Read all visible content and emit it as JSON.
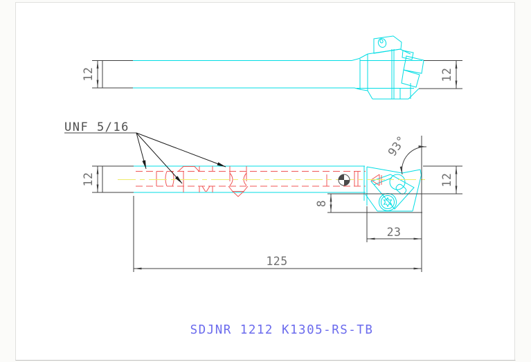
{
  "drawing": {
    "product_code": "SDJNR 1212 K1305-RS-TB",
    "thread_callout": "UNF 5/16",
    "angle_label": "93°",
    "dims": {
      "top_view_shank_height": "12",
      "side_view_shank_height": "12",
      "top_view_head_height": "12",
      "side_view_head_height": "12",
      "tip_drop": "8",
      "head_length": "23",
      "overall_length": "125"
    },
    "colors": {
      "outline": "#00dde4",
      "hidden_line": "#f05454",
      "centerline": "#efec6a",
      "dimension_line": "#3f3f3f",
      "dim_text": "#6f6f6f",
      "callout_text": "#4f4f4f",
      "leader_line": "#1a1a1a",
      "title_text": "#6b6bed",
      "page_border": "#e0e0de",
      "page_bottom_border": "#c0c0be",
      "centersymbol_fill": "#4a4a4a"
    }
  }
}
